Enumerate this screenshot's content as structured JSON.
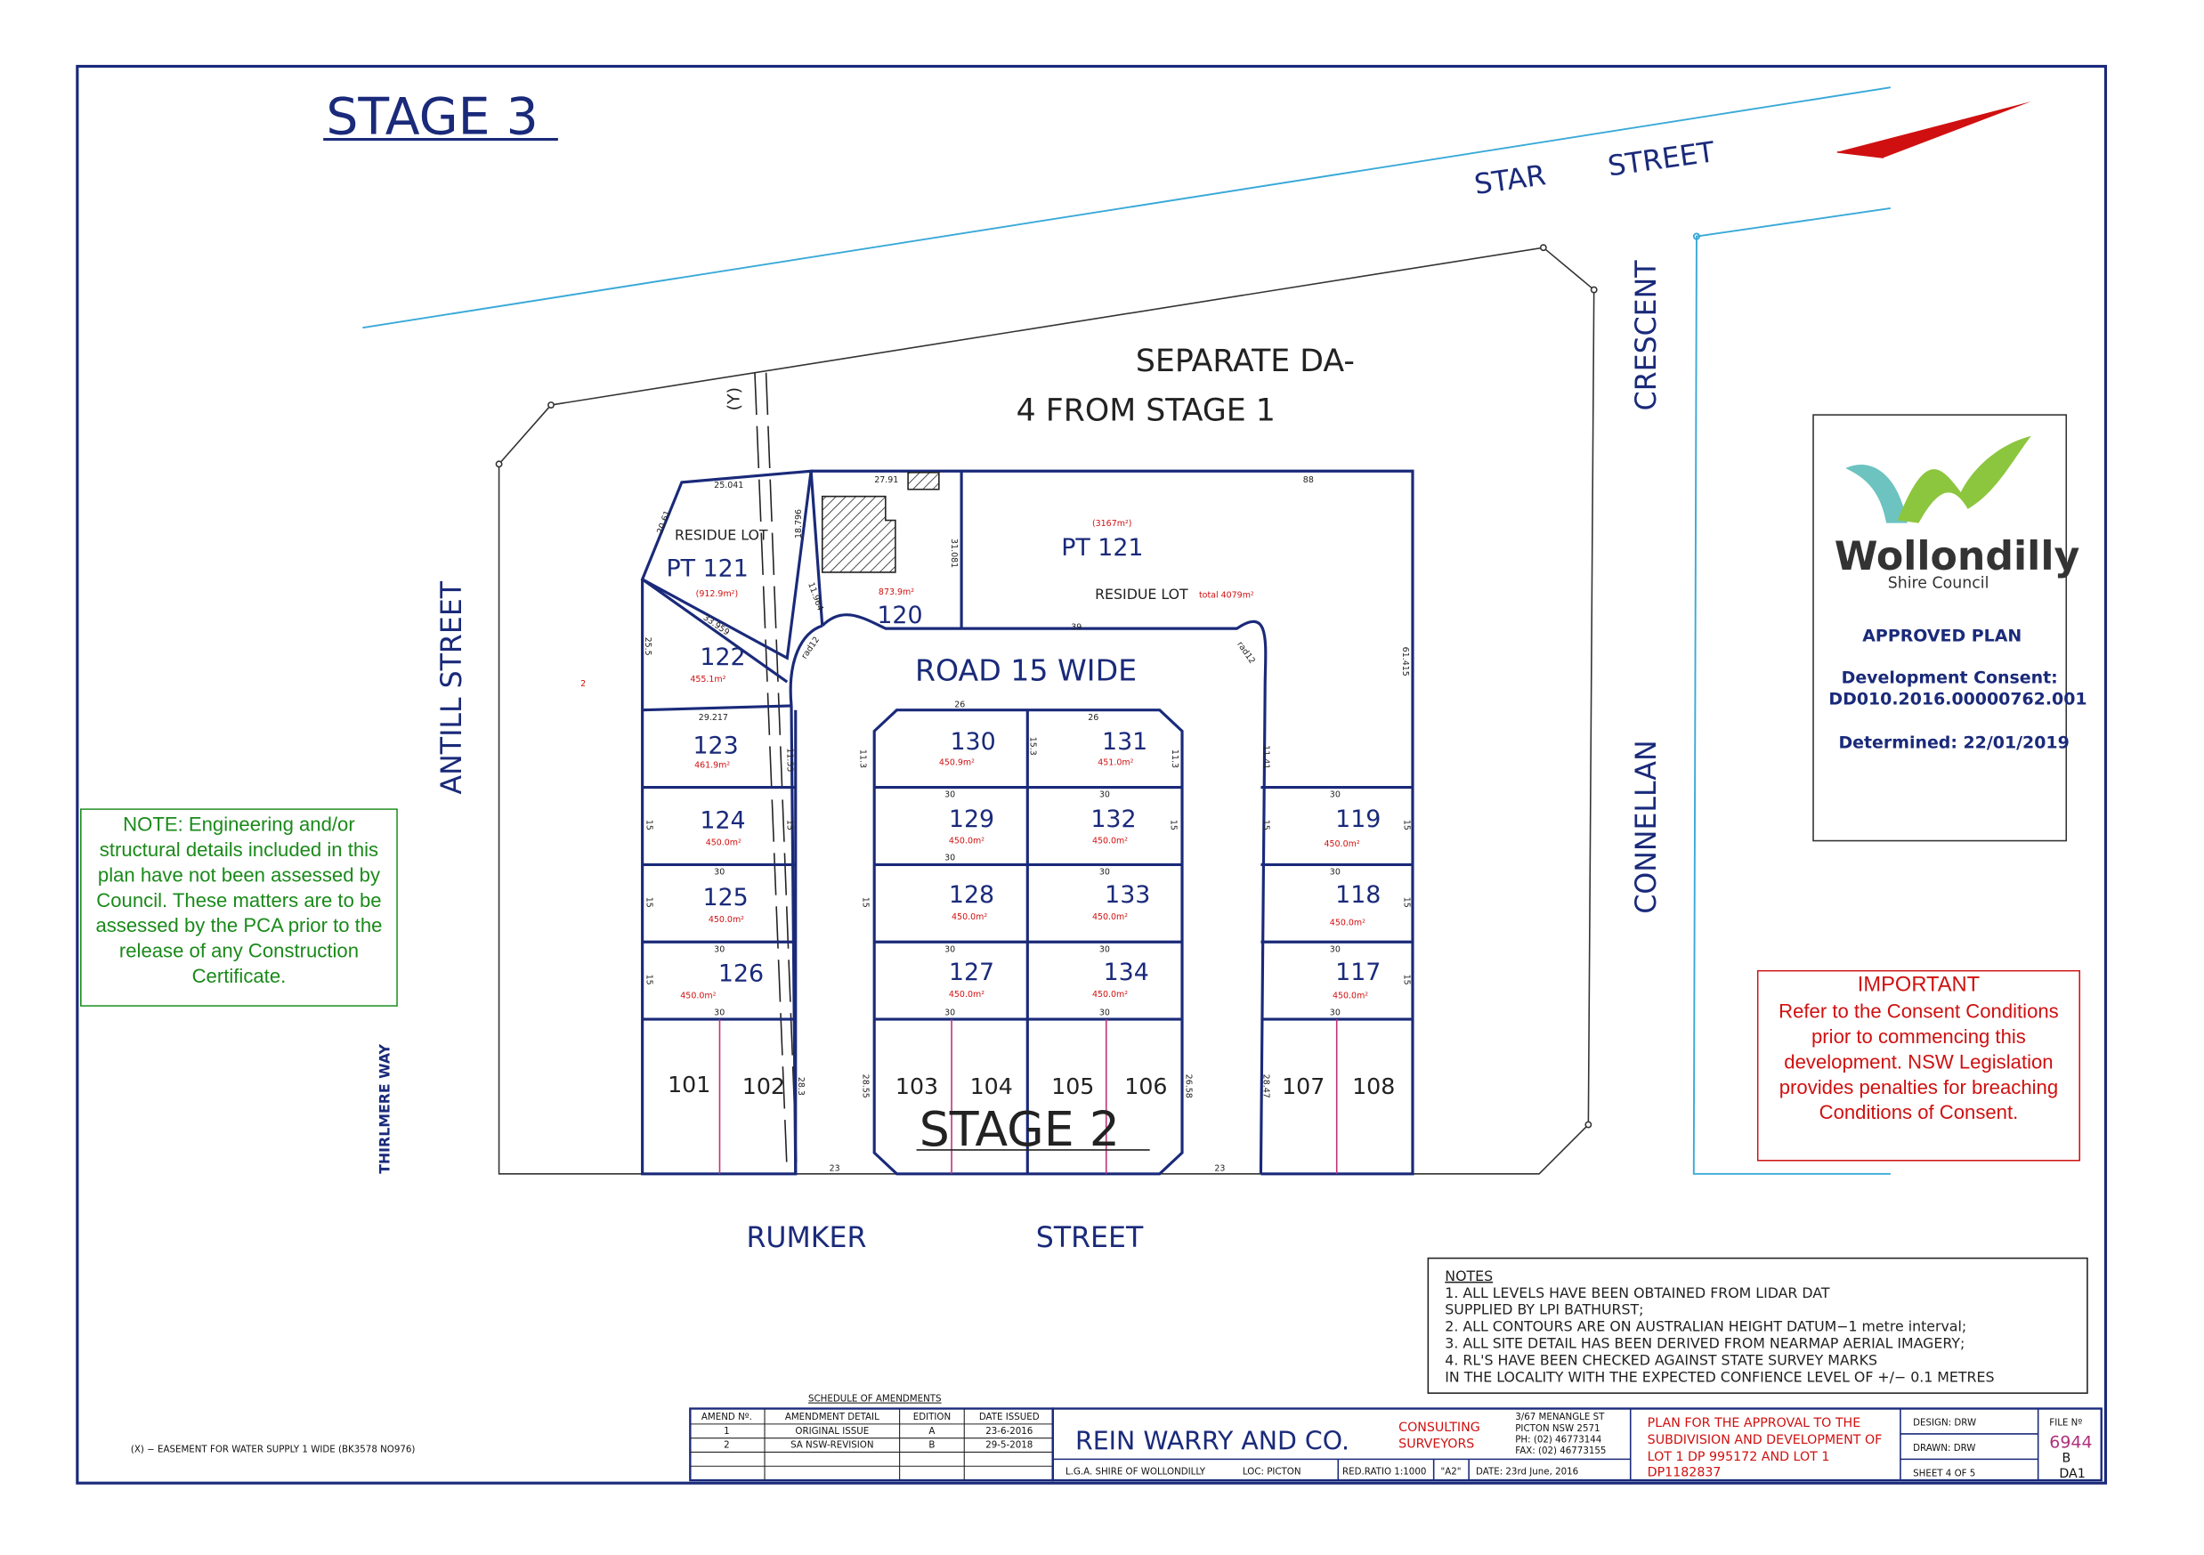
{
  "title": "STAGE 3",
  "stage2": "STAGE 2",
  "streets": {
    "star1": "STAR",
    "star2": "STREET",
    "crescent": "CRESCENT",
    "connellan": "CONNELLAN",
    "antill": "ANTILL STREET",
    "rumker1": "RUMKER",
    "rumker2": "STREET",
    "thirlmere": "THIRLMERE WAY"
  },
  "separate_da": [
    "SEPARATE DA-",
    "4 FROM STAGE 1"
  ],
  "easement_tag": "(Y)",
  "road": "ROAD 15 WIDE",
  "residue_lot": "RESIDUE LOT",
  "pt121": "PT 121",
  "lots": {
    "pt121_left_area": "(912.9m²)",
    "pt121_right_area": "(3167m²)",
    "total": "total 4079m²",
    "l120": "120",
    "a120": "873.9m²",
    "l122": "122",
    "a122": "455.1m²",
    "l123": "123",
    "a123": "461.9m²",
    "l124": "124",
    "l125": "125",
    "l126": "126",
    "l129": "129",
    "l130": "130",
    "a130": "450.9m²",
    "l131": "131",
    "a131": "451.0m²",
    "l132": "132",
    "l128": "128",
    "l133": "133",
    "l127": "127",
    "l134": "134",
    "l119": "119",
    "l118": "118",
    "l117": "117",
    "std_area": "450.0m²",
    "l101": "101",
    "l102": "102",
    "l103": "103",
    "l104": "104",
    "l105": "105",
    "l106": "106",
    "l107": "107",
    "l108": "108"
  },
  "dims": {
    "d25041": "25.041",
    "d2061": "20.61",
    "d2791": "27.91",
    "d18796": "18.796",
    "d31081": "31.081",
    "d88": "88",
    "d11964": "11.964",
    "d33959": "33.959",
    "d255": "25.5",
    "d39": "39",
    "rad12": "rad12",
    "d61415": "61.415",
    "d26": "26",
    "d29217": "29.217",
    "d15": "15",
    "d30": "30",
    "d113": "11.3",
    "d153": "15.3",
    "d1155": "11.55",
    "d1141": "11.41",
    "d2855": "28.55",
    "d2658": "26.58",
    "d2847": "28.47",
    "d283": "28.3",
    "d23": "23",
    "d2": "2"
  },
  "council": {
    "name": "Wollondilly",
    "sub": "Shire Council",
    "approved": "APPROVED PLAN",
    "consent_label": "Development Consent:",
    "consent_no": "DD010.2016.00000762.001",
    "determined": "Determined: 22/01/2019"
  },
  "note": "NOTE: Engineering and/or structural details included in this plan have not been assessed by Council. These matters are to be assessed by the PCA prior to the release of any Construction Certificate.",
  "important": {
    "title": "IMPORTANT",
    "body": "Refer to the Consent Conditions prior to commencing this development.  NSW Legislation provides penalties for breaching Conditions of Consent."
  },
  "notes": {
    "title": "NOTES",
    "lines": [
      "1. ALL LEVELS HAVE BEEN OBTAINED FROM LIDAR DAT",
      "SUPPLIED BY LPI BATHURST;",
      "2. ALL CONTOURS ARE ON AUSTRALIAN HEIGHT DATUM−1 metre interval;",
      "3. ALL SITE DETAIL HAS BEEN DERIVED FROM NEARMAP AERIAL IMAGERY;",
      "4. RL'S HAVE BEEN CHECKED AGAINST STATE SURVEY MARKS",
      "IN THE LOCALITY WITH THE EXPECTED CONFIENCE LEVEL OF +/− 0.1 METRES"
    ]
  },
  "easement_note": "(X) − EASEMENT FOR WATER SUPPLY 1 WIDE (BK3578 NO976)",
  "amendments": {
    "title": "SCHEDULE OF AMENDMENTS",
    "headers": [
      "AMEND Nº.",
      "AMENDMENT DETAIL",
      "EDITION",
      "DATE ISSUED"
    ],
    "rows": [
      [
        "1",
        "ORIGINAL ISSUE",
        "A",
        "23-6-2016"
      ],
      [
        "2",
        "SA NSW-REVISION",
        "B",
        "29-5-2018"
      ]
    ]
  },
  "titleblock": {
    "firm": "REIN WARRY AND CO.",
    "consulting": "CONSULTING",
    "surveyors": "SURVEYORS",
    "addr": [
      "3/67 MENANGLE ST",
      "PICTON NSW 2571",
      "PH: (02) 46773144",
      "FAX: (02) 46773155"
    ],
    "plan": [
      "PLAN FOR THE APPROVAL TO THE",
      "SUBDIVISION AND DEVELOPMENT OF",
      "LOT 1 DP 995172 AND LOT 1",
      "DP1182837"
    ],
    "lga": "L.G.A. SHIRE OF WOLLONDILLY",
    "loc": "LOC: PICTON",
    "ratio": "RED.RATIO 1:1000",
    "size": "\"A2\"",
    "date": "DATE: 23rd June, 2016",
    "design": "DESIGN: DRW",
    "drawn": "DRAWN: DRW",
    "sheet": "SHEET 4 OF 5",
    "file_label": "FILE Nº",
    "file_no": "6944",
    "edition": "B",
    "da": "DA1"
  },
  "colors": {
    "navy": "#1a2a7a",
    "red": "#d01010",
    "green": "#1a8a1a",
    "cyan": "#39a9d8"
  }
}
